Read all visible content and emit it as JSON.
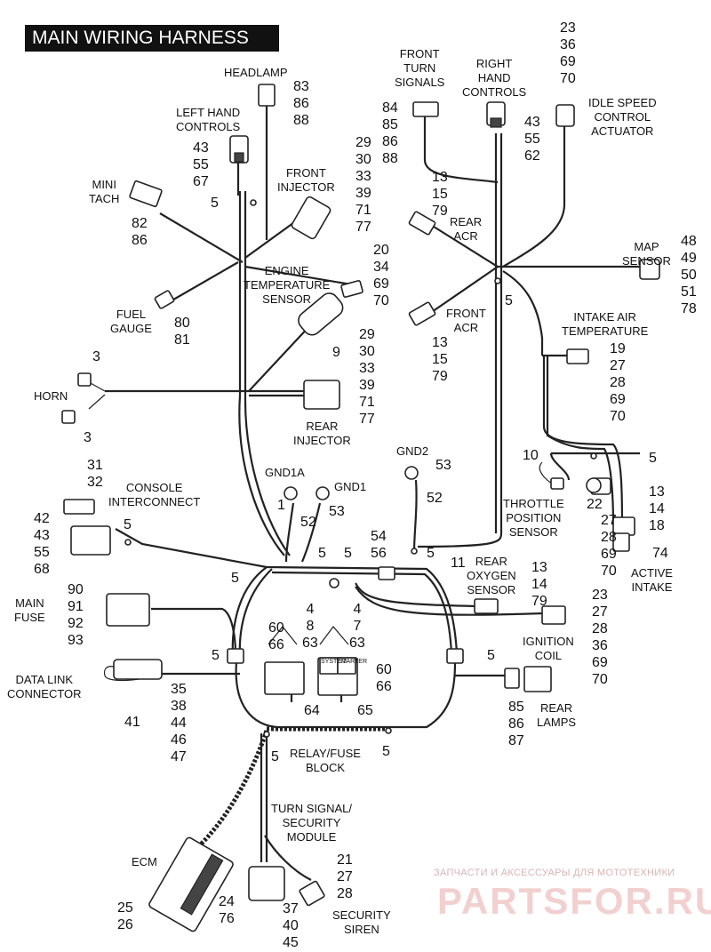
{
  "title": "MAIN WIRING HARNESS",
  "watermark": {
    "line1": "ЗАПЧАСТИ И АКСЕССУАРЫ ДЛЯ МОТОТЕХНИКИ",
    "brand": "PARTSFOR.RU"
  },
  "labels": {
    "headlamp": "HEADLAMP",
    "left_hand_controls": "LEFT HAND\nCONTROLS",
    "mini_tach": "MINI\nTACH",
    "front_injector": "FRONT\nINJECTOR",
    "engine_temp_sensor": "ENGINE\nTEMPERATURE\nSENSOR",
    "fuel_gauge": "FUEL\nGAUGE",
    "horn": "HORN",
    "rear_injector": "REAR\nINJECTOR",
    "front_turn_signals": "FRONT\nTURN\nSIGNALS",
    "right_hand_controls": "RIGHT\nHAND\nCONTROLS",
    "idle_speed": "IDLE SPEED\nCONTROL\nACTUATOR",
    "rear_acr": "REAR\nACR",
    "map_sensor": "MAP\nSENSOR",
    "front_acr": "FRONT\nACR",
    "intake_air_temp": "INTAKE AIR\nTEMPERATURE",
    "gnd1a": "GND1A",
    "gnd1": "GND1",
    "gnd2": "GND2",
    "console_interconnect": "CONSOLE\nINTERCONNECT",
    "throttle_position": "THROTTLE\nPOSITION\nSENSOR",
    "active_intake": "ACTIVE\nINTAKE",
    "main_fuse": "MAIN\nFUSE",
    "rear_oxygen": "REAR\nOXYGEN\nSENSOR",
    "ignition_coil": "IGNITION\nCOIL",
    "data_link": "DATA LINK\nCONNECTOR",
    "rear_lamps": "REAR\nLAMPS",
    "relay_fuse_block": "RELAY/FUSE\nBLOCK",
    "turn_signal_module": "TURN SIGNAL/\nSECURITY\nMODULE",
    "ecm": "ECM",
    "security_siren": "SECURITY\nSIREN",
    "relay_text_a": "SYSTEM",
    "relay_text_b": "STARTER"
  },
  "nums": {
    "headlamp": "83\n86\n88",
    "lhc": "43\n55\n67",
    "tach": "82\n86",
    "front_inj": "29\n30\n33\n39\n71\n77",
    "eng_temp": "20\n34\n69\n70",
    "item9": "9",
    "fuel_gauge": "80\n81",
    "horn_top": "3",
    "horn_bot": "3",
    "rear_inj": "29\n30\n33\n39\n71\n77",
    "front_turn": "84\n85\n86\n88",
    "rhc": "43\n55\n62",
    "idle": "23\n36\n69\n70",
    "rear_acr": "13\n15\n79",
    "map": "48\n49\n50\n51\n78",
    "front_acr": "13\n15\n79",
    "iat": "19\n27\n28\n69\n70",
    "console": "31\n32",
    "console_conn": "42\n43\n55\n68",
    "gnd1_1": "1",
    "gnd1_52": "52",
    "gnd1_53": "53",
    "gnd2_53": "53",
    "gnd2_52": "52",
    "n54_56": "54\n56",
    "n11": "11",
    "n10": "10",
    "tps_22": "22",
    "tps": "27\n28\n69\n70",
    "active": "13\n14\n18",
    "active_74": "74",
    "main_fuse": "90\n91\n92\n93",
    "relay_left": "4\n8\n63",
    "relay_right": "4\n7\n63",
    "relay_60_66_l": "60\n66",
    "relay_60_66_r": "60\n66",
    "n64": "64",
    "n65": "65",
    "rear_o2": "13\n14\n79",
    "coil": "23\n27\n28\n36\n69\n70",
    "dlc": "35\n38\n44\n46\n47",
    "n41": "41",
    "rear_lamps": "85\n86\n87",
    "ecm_l": "25\n26",
    "ecm_r": "24\n76",
    "module": "37\n40\n45",
    "siren": "21\n27\n28",
    "five": "5"
  }
}
